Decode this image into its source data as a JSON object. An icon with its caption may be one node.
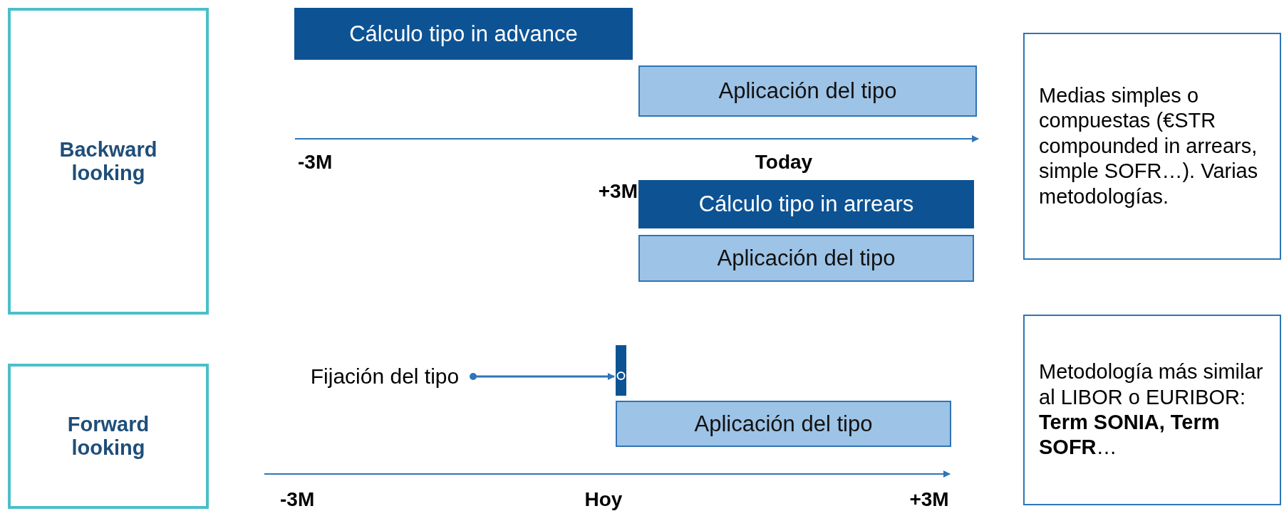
{
  "diagram": {
    "nodes": [
      {
        "text": [
          "Backward looking"
        ]
      },
      {
        "text": [
          "Cálculo tipo in advance"
        ]
      },
      {
        "text": [
          "Aplicación del tipo"
        ]
      },
      {
        "text": [
          "Cálculo tipo in arrears"
        ]
      },
      {
        "text": [
          "Aplicación del tipo"
        ]
      },
      {
        "text": [
          "Medias simples o compuestas (€STR compounded in arrears, simple SOFR…). Varias metodologías."
        ]
      },
      {
        "text": [
          "Forward looking"
        ]
      },
      {
        "text": [
          "Fijación del tipo"
        ]
      },
      {
        "text": [],
        "shape": "bar"
      },
      {
        "text": [
          "Aplicación del tipo"
        ]
      },
      {
        "text": [
          "Metodología más similar al LIBOR o EURIBOR: **Term SONIA, Term SOFR**…"
        ]
      }
    ],
    "edges": [
      {
        "from": 7,
        "to": 8,
        "arrow": "to"
      }
    ],
    "labels": [
      "-3M",
      "Today",
      "+3M",
      "-3M",
      "Hoy",
      "+3M"
    ]
  }
}
